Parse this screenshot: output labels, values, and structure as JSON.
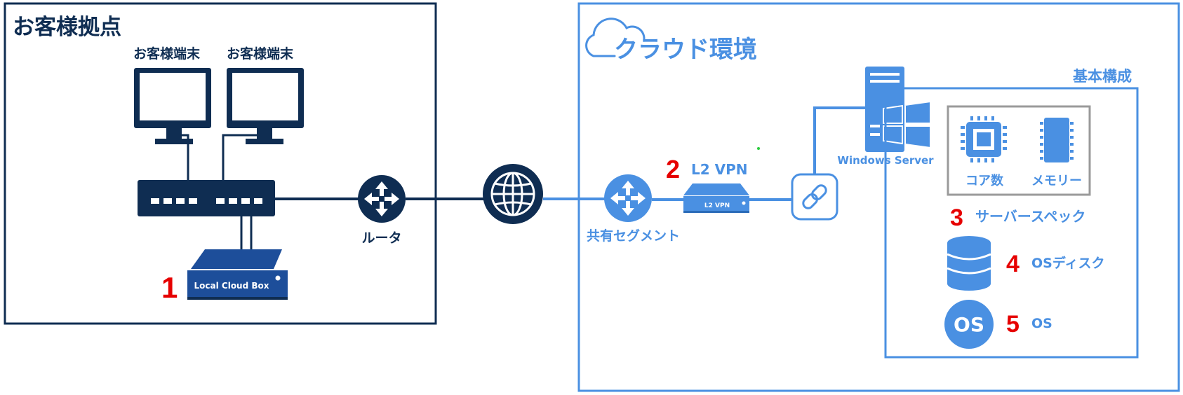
{
  "customer_site": {
    "title": "お客様拠点",
    "terminal_label_1": "お客様端末",
    "terminal_label_2": "お客様端末",
    "router_label": "ルータ",
    "lcb_label": "Local Cloud Box",
    "lcb_number": "1"
  },
  "cloud": {
    "title": "クラウド環境",
    "shared_segment_label": "共有セグメント",
    "vpn_number": "2",
    "vpn_label": "L2 VPN",
    "vpn_device_label": "L2 VPN",
    "server_label": "Windows Server"
  },
  "basic_config": {
    "title": "基本構成",
    "cpu_label": "コア数",
    "memory_label": "メモリー",
    "spec_number": "3",
    "spec_label": "サーバースペック",
    "disk_number": "4",
    "disk_label": "OSディスク",
    "os_number": "5",
    "os_icon_text": "OS",
    "os_label": "OS"
  },
  "colors": {
    "navy": "#0f2d52",
    "cloud_blue": "#4a90e2",
    "red": "#e60000"
  }
}
